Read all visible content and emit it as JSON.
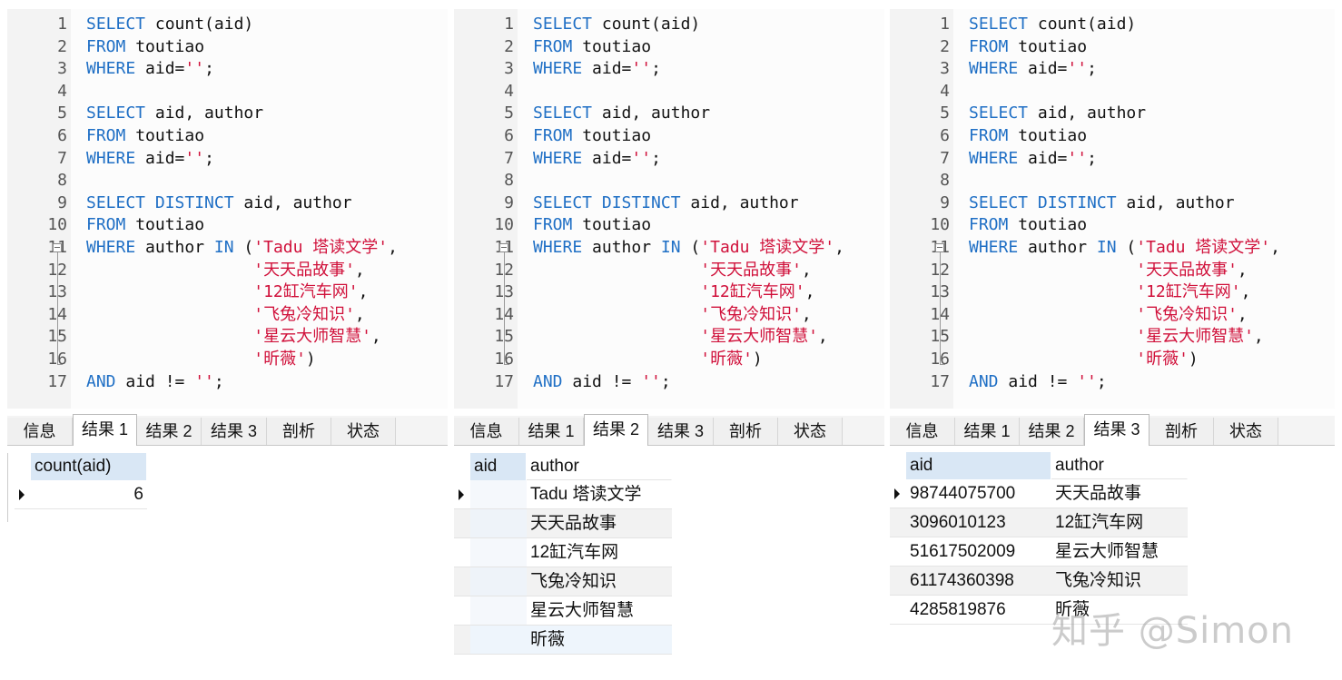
{
  "editor": {
    "lines": [
      {
        "n": "1",
        "segs": [
          {
            "t": "SELECT",
            "c": "kw"
          },
          {
            "t": " count(aid)",
            "c": "txt"
          }
        ]
      },
      {
        "n": "2",
        "segs": [
          {
            "t": "FROM",
            "c": "kw"
          },
          {
            "t": " toutiao",
            "c": "txt"
          }
        ]
      },
      {
        "n": "3",
        "segs": [
          {
            "t": "WHERE",
            "c": "kw"
          },
          {
            "t": " aid=",
            "c": "txt"
          },
          {
            "t": "''",
            "c": "str"
          },
          {
            "t": ";",
            "c": "txt"
          }
        ]
      },
      {
        "n": "4",
        "segs": []
      },
      {
        "n": "5",
        "segs": [
          {
            "t": "SELECT",
            "c": "kw"
          },
          {
            "t": " aid, author",
            "c": "txt"
          }
        ]
      },
      {
        "n": "6",
        "segs": [
          {
            "t": "FROM",
            "c": "kw"
          },
          {
            "t": " toutiao",
            "c": "txt"
          }
        ]
      },
      {
        "n": "7",
        "segs": [
          {
            "t": "WHERE",
            "c": "kw"
          },
          {
            "t": " aid=",
            "c": "txt"
          },
          {
            "t": "''",
            "c": "str"
          },
          {
            "t": ";",
            "c": "txt"
          }
        ]
      },
      {
        "n": "8",
        "segs": []
      },
      {
        "n": "9",
        "segs": [
          {
            "t": "SELECT DISTINCT",
            "c": "kw"
          },
          {
            "t": " aid, author",
            "c": "txt"
          }
        ]
      },
      {
        "n": "10",
        "segs": [
          {
            "t": "FROM",
            "c": "kw"
          },
          {
            "t": " toutiao",
            "c": "txt"
          }
        ]
      },
      {
        "n": "11",
        "segs": [
          {
            "t": "WHERE",
            "c": "kw"
          },
          {
            "t": " author ",
            "c": "txt"
          },
          {
            "t": "IN",
            "c": "kw"
          },
          {
            "t": " (",
            "c": "txt"
          },
          {
            "t": "'Tadu 塔读文学'",
            "c": "str"
          },
          {
            "t": ",",
            "c": "txt"
          }
        ]
      },
      {
        "n": "12",
        "segs": [
          {
            "t": "                 ",
            "c": "txt"
          },
          {
            "t": "'天天品故事'",
            "c": "str"
          },
          {
            "t": ",",
            "c": "txt"
          }
        ]
      },
      {
        "n": "13",
        "segs": [
          {
            "t": "                 ",
            "c": "txt"
          },
          {
            "t": "'12缸汽车网'",
            "c": "str"
          },
          {
            "t": ",",
            "c": "txt"
          }
        ]
      },
      {
        "n": "14",
        "segs": [
          {
            "t": "                 ",
            "c": "txt"
          },
          {
            "t": "'飞兔冷知识'",
            "c": "str"
          },
          {
            "t": ",",
            "c": "txt"
          }
        ]
      },
      {
        "n": "15",
        "segs": [
          {
            "t": "                 ",
            "c": "txt"
          },
          {
            "t": "'星云大师智慧'",
            "c": "str"
          },
          {
            "t": ",",
            "c": "txt"
          }
        ]
      },
      {
        "n": "16",
        "segs": [
          {
            "t": "                 ",
            "c": "txt"
          },
          {
            "t": "'昕薇'",
            "c": "str"
          },
          {
            "t": ")",
            "c": "txt"
          }
        ]
      },
      {
        "n": "17",
        "segs": [
          {
            "t": "AND",
            "c": "kw"
          },
          {
            "t": " aid != ",
            "c": "txt"
          },
          {
            "t": "''",
            "c": "str"
          },
          {
            "t": ";",
            "c": "txt"
          }
        ]
      }
    ]
  },
  "tabs": [
    "信息",
    "结果 1",
    "结果 2",
    "结果 3",
    "剖析",
    "状态"
  ],
  "panels": [
    {
      "active_tab": 1,
      "grid": {
        "columns": [
          "count(aid)"
        ],
        "rows": [
          [
            "6"
          ]
        ]
      }
    },
    {
      "active_tab": 2,
      "grid": {
        "columns": [
          "aid",
          "author"
        ],
        "rows": [
          [
            "",
            "Tadu 塔读文学"
          ],
          [
            "",
            "天天品故事"
          ],
          [
            "",
            "12缸汽车网"
          ],
          [
            "",
            "飞兔冷知识"
          ],
          [
            "",
            "星云大师智慧"
          ],
          [
            "",
            "昕薇"
          ]
        ]
      }
    },
    {
      "active_tab": 3,
      "grid": {
        "columns": [
          "aid",
          "author"
        ],
        "rows": [
          [
            "98744075700",
            "天天品故事"
          ],
          [
            "3096010123",
            "12缸汽车网"
          ],
          [
            "51617502009",
            "星云大师智慧"
          ],
          [
            "61174360398",
            "飞兔冷知识"
          ],
          [
            "4285819876",
            "昕薇"
          ]
        ]
      }
    }
  ],
  "watermark": "知乎 @Simon",
  "colors": {
    "keyword": "#1f6fc5",
    "string": "#d0103a",
    "header": "#d9e7f5"
  }
}
